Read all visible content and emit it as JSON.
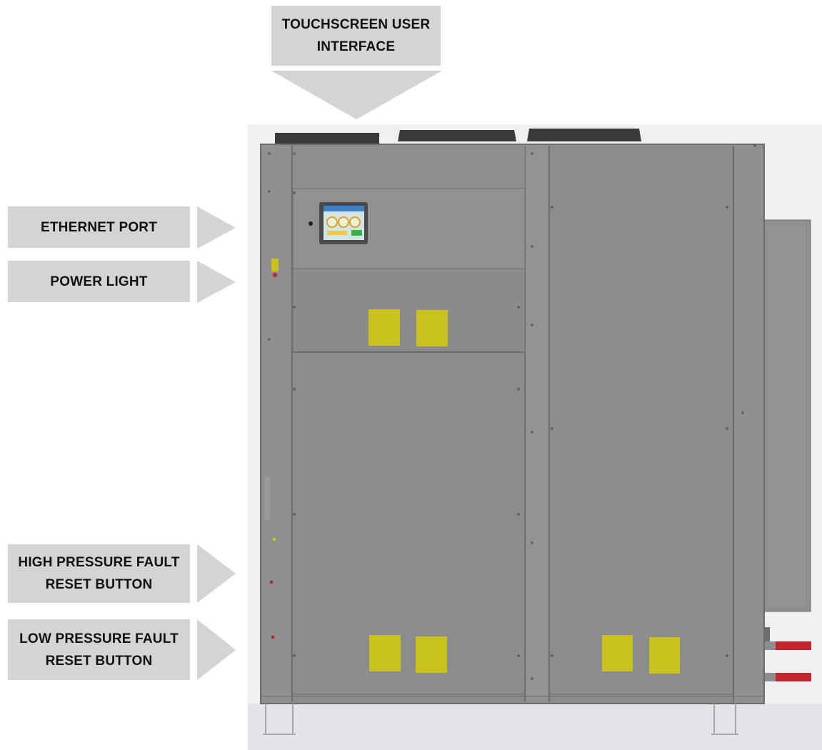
{
  "callouts": {
    "touchscreen": "TOUCHSCREEN USER\nINTERFACE",
    "ethernet": "ETHERNET PORT",
    "power_light": "POWER LIGHT",
    "high_pressure": "HIGH PRESSURE FAULT\nRESET BUTTON",
    "low_pressure": "LOW PRESSURE FAULT\nRESET BUTTON"
  },
  "colors": {
    "callout_bg": "#d4d4d4",
    "arrow": "#d4d4d4",
    "cabinet": "#8c8c8e",
    "warning_label": "#c9c21e",
    "pipe_red": "#c0262c"
  },
  "icons": {
    "callout_pointer": "triangle-arrow",
    "screen_gauges": "gauge-icon"
  }
}
